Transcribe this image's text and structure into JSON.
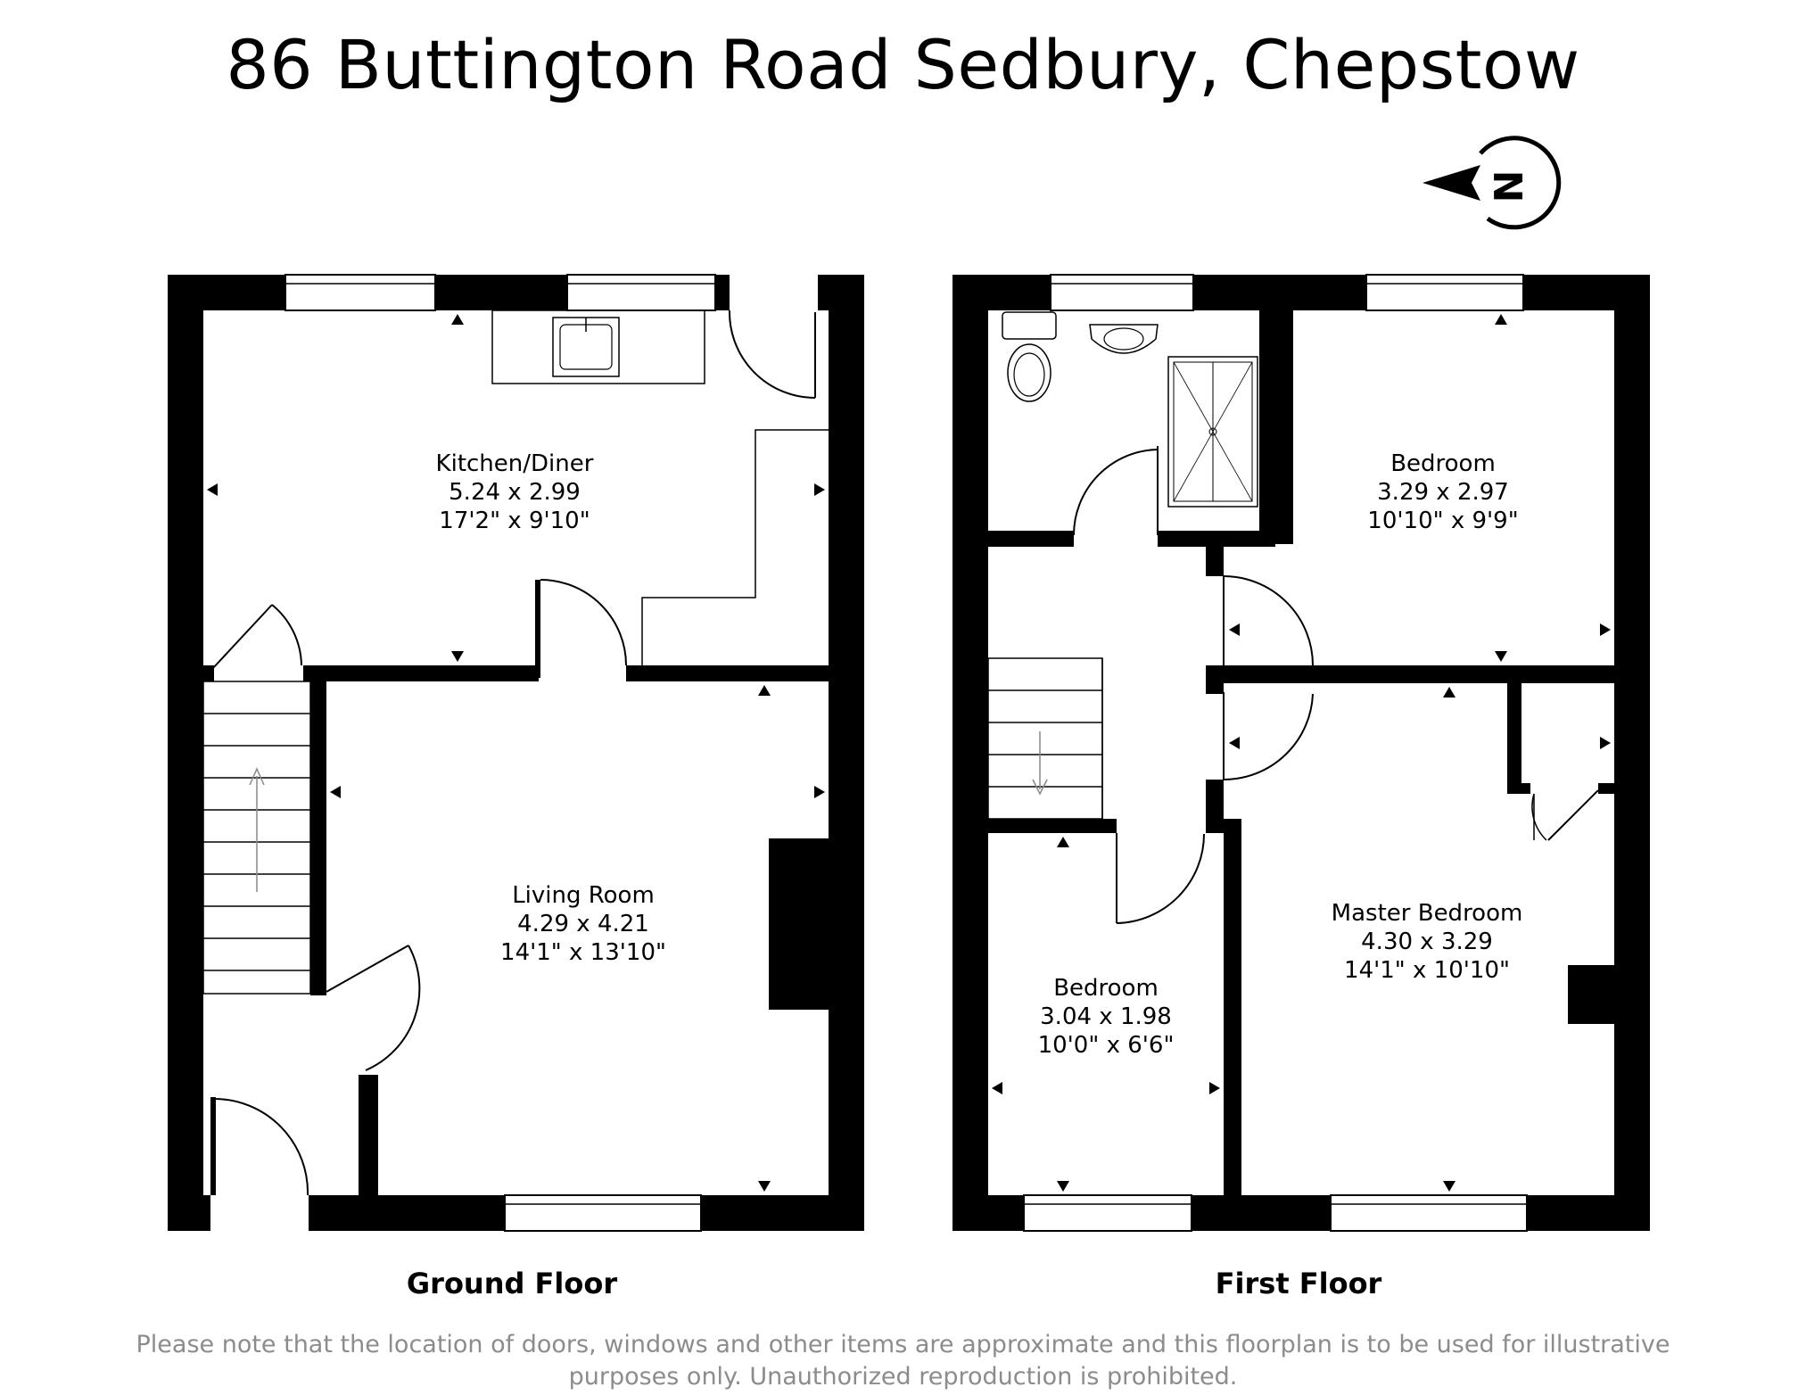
{
  "title": "86 Buttington Road Sedbury, Chepstow",
  "compass": {
    "letter": "N",
    "icon": "north-compass-icon"
  },
  "floors": [
    {
      "label": "Ground Floor"
    },
    {
      "label": "First Floor"
    }
  ],
  "rooms": {
    "kitchen": {
      "name": "Kitchen/Diner",
      "metric": "5.24 x 2.99",
      "imperial": "17'2\" x 9'10\""
    },
    "living": {
      "name": "Living Room",
      "metric": "4.29 x 4.21",
      "imperial": "14'1\" x 13'10\""
    },
    "bedroom_back": {
      "name": "Bedroom",
      "metric": "3.29 x 2.97",
      "imperial": "10'10\" x 9'9\""
    },
    "bedroom_small": {
      "name": "Bedroom",
      "metric": "3.04 x 1.98",
      "imperial": "10'0\" x 6'6\""
    },
    "master": {
      "name": "Master Bedroom",
      "metric": "4.30 x 3.29",
      "imperial": "14'1\" x 10'10\""
    }
  },
  "disclaimer_line1": "Please note that the location of doors, windows and other items are approximate and this floorplan is to be used for illustrative",
  "disclaimer_line2": "purposes only. Unauthorized reproduction is prohibited."
}
